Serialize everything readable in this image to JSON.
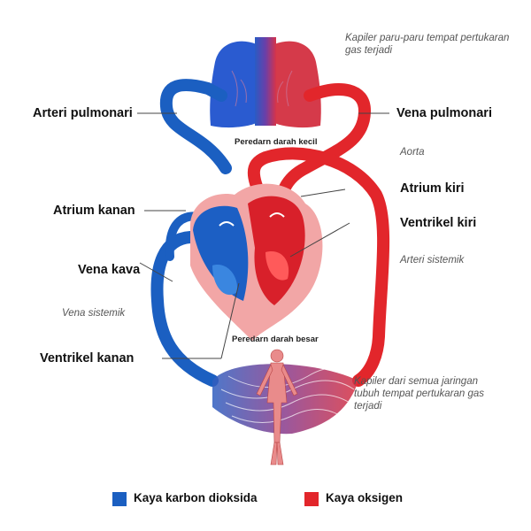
{
  "labels": {
    "kapiler_paru": "Kapiler paru-paru tempat pertukaran gas terjadi",
    "arteri_pulmonari": "Arteri pulmonari",
    "vena_pulmonari": "Vena pulmonari",
    "peredaran_kecil": "Peredarn darah kecil",
    "aorta": "Aorta",
    "atrium_kanan": "Atrium kanan",
    "atrium_kiri": "Atrium kiri",
    "ventrikel_kiri": "Ventrikel kiri",
    "vena_kava": "Vena kava",
    "arteri_sistemik": "Arteri sistemik",
    "vena_sistemik": "Vena sistemik",
    "peredaran_besar": "Peredarn darah besar",
    "ventrikel_kanan": "Ventrikel kanan",
    "kapiler_jaringan": "Kapiler dari semua jaringan tubuh tempat pertukaran gas terjadi"
  },
  "legend": {
    "blue_label": "Kaya karbon dioksida",
    "red_label": "Kaya oksigen"
  },
  "colors": {
    "oxygen_poor": "#1b5fc1",
    "oxygen_rich": "#e2262b",
    "background": "#ffffff"
  }
}
